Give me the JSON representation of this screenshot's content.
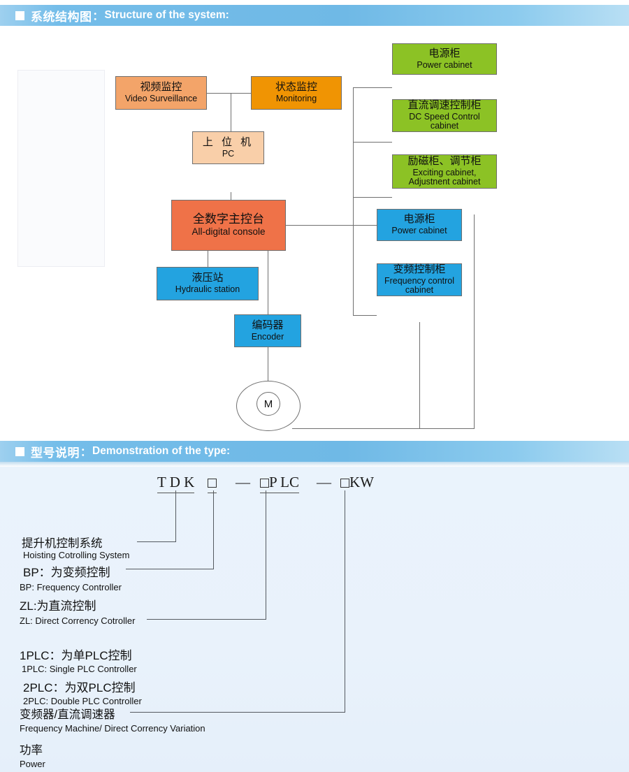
{
  "sections": [
    {
      "id": "structure",
      "marker": "white-square",
      "title_cn": "系统结构图",
      "colon": "：",
      "title_en": "Structure of the system:"
    },
    {
      "id": "type",
      "marker": "white-square",
      "title_cn": "型号说明",
      "colon": "：",
      "title_en": "Demonstration of the type:"
    }
  ],
  "colors": {
    "banner_start": "#9ed0ef",
    "banner_mid": "#6fb9e6",
    "banner_end": "#b9dff4",
    "orange_light": "#f3a469",
    "orange_dark": "#f09403",
    "peach": "#f9cfa9",
    "salmon": "#ef7248",
    "blue": "#23a3e0",
    "green": "#8cc225",
    "line": "#6f6f6f",
    "type_panel_bg": "#eaf3fc"
  },
  "diagram": {
    "nodes": [
      {
        "key": "video_surveillance",
        "cn": "视频监控",
        "en": "Video Surveillance",
        "color": "orange-light"
      },
      {
        "key": "state_monitoring",
        "cn": "状态监控",
        "en": "Monitoring",
        "color": "orange-dark"
      },
      {
        "key": "pc",
        "cn": "上 位 机",
        "en": "PC",
        "color": "peach"
      },
      {
        "key": "console",
        "cn": "全数字主控台",
        "en": "All-digital console",
        "color": "salmon"
      },
      {
        "key": "hydraulic_station",
        "cn": "液压站",
        "en": "Hydraulic station",
        "color": "blue"
      },
      {
        "key": "encoder",
        "cn": "编码器",
        "en": "Encoder",
        "color": "blue"
      },
      {
        "key": "power_cabinet_green",
        "cn": "电源柜",
        "en": "Power cabinet",
        "color": "green"
      },
      {
        "key": "dc_speed_cabinet",
        "cn": "直流调速控制柜",
        "en": "DC Speed Control\ncabinet",
        "color": "green"
      },
      {
        "key": "exciting_cabinet",
        "cn": "励磁柜、调节柜",
        "en": "Exciting cabinet,\nAdjustnent cabinet",
        "color": "green"
      },
      {
        "key": "power_cabinet_blue",
        "cn": "电源柜",
        "en": "Power cabinet",
        "color": "blue"
      },
      {
        "key": "frequency_cabinet",
        "cn": "变频控制柜",
        "en": "Frequency control\ncabinet",
        "color": "blue"
      }
    ],
    "motor": {
      "label": "M"
    }
  },
  "type_code": {
    "segments": [
      "T D K",
      "□",
      "□P LC",
      "□KW"
    ],
    "prefix": "T D K",
    "box_glyph": "□",
    "plc_text": "P LC",
    "kw_text": "KW",
    "dash": "—"
  },
  "legend": [
    {
      "cn": "提升机控制系统",
      "en": "Hoisting Cotrolling System"
    },
    {
      "cn": "BP：为变频控制",
      "en": "BP: Frequency Controller"
    },
    {
      "cn": "ZL:为直流控制",
      "en": "ZL: Direct Corrency Cotroller"
    },
    {
      "cn": "1PLC：为单PLC控制",
      "en": "1PLC: Single PLC Controller"
    },
    {
      "cn": "2PLC：为双PLC控制",
      "en": "2PLC: Double PLC Controller"
    },
    {
      "cn": "变频器/直流调速器",
      "en": "Frequency Machine/ Direct Corrency Variation"
    },
    {
      "cn": "功率",
      "en": "Power"
    }
  ]
}
